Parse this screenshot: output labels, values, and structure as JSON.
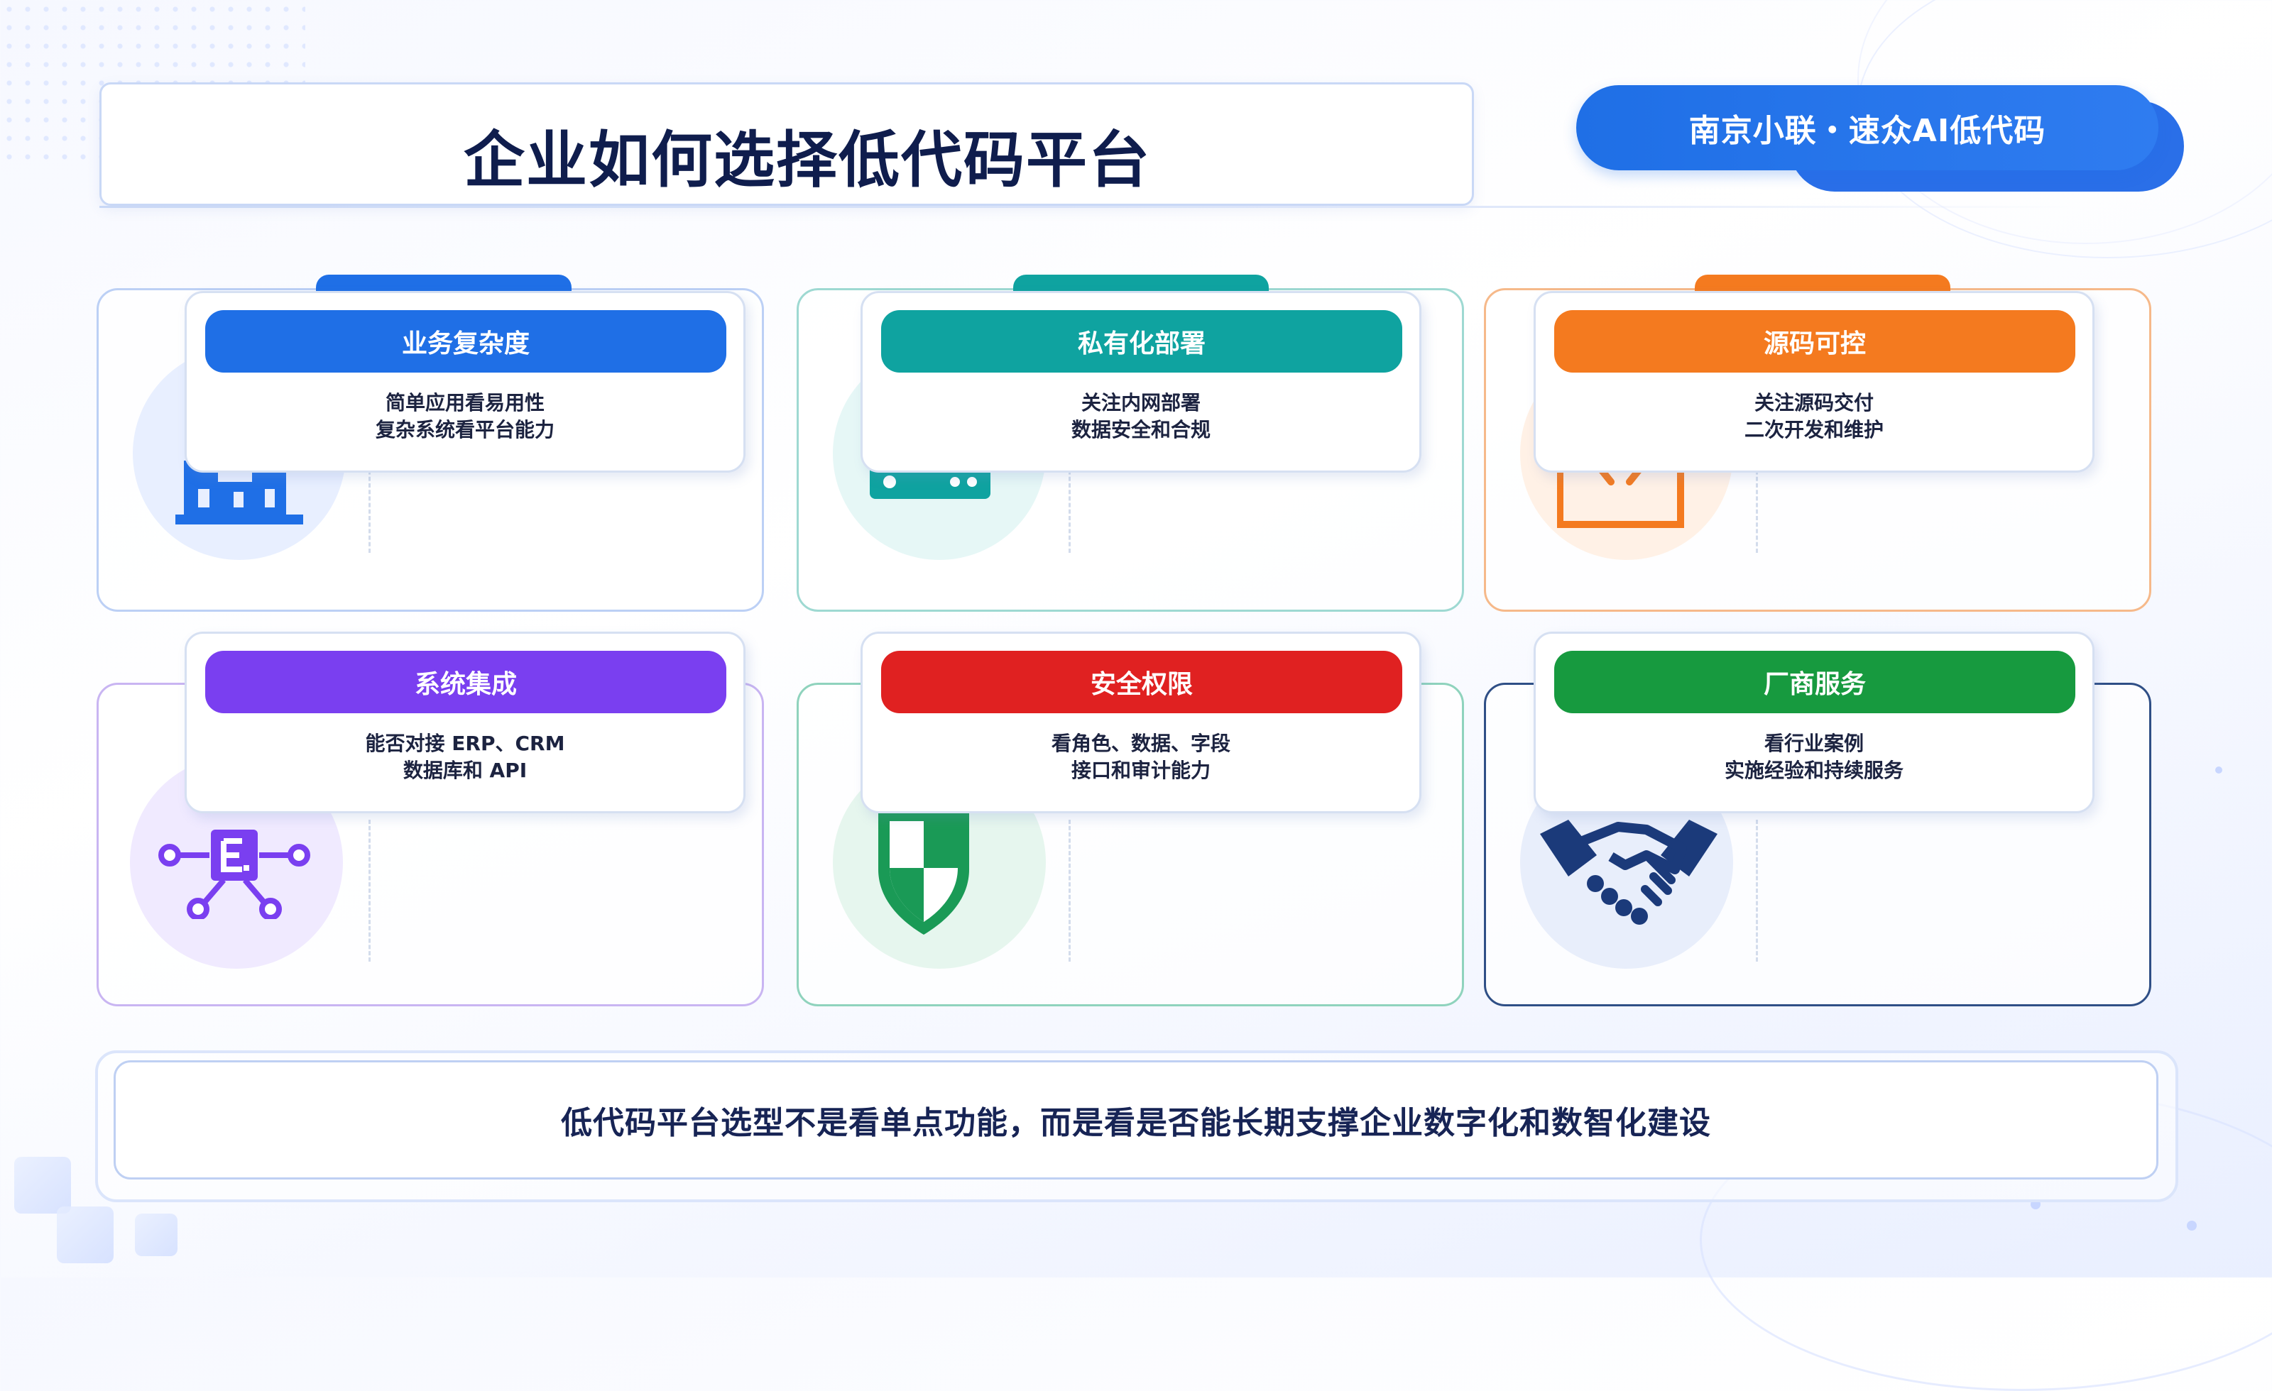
{
  "header": {
    "title": "企业如何选择低代码平台",
    "brand": "南京小联・速众AI低代码"
  },
  "cards": [
    {
      "title": "业务复杂度",
      "lines": [
        "简单应用看易用性",
        "复杂系统看平台能力"
      ],
      "icon": "building-icon",
      "color": "#1f6fe6"
    },
    {
      "title": "私有化部署",
      "lines": [
        "关注内网部署",
        "数据安全和合规"
      ],
      "icon": "server-icon",
      "color": "#0fa3a0"
    },
    {
      "title": "源码可控",
      "lines": [
        "关注源码交付",
        "二次开发和维护"
      ],
      "icon": "code-icon",
      "color": "#f47a1f"
    },
    {
      "title": "系统集成",
      "lines": [
        "能否对接 ERP、CRM",
        "数据库和 API"
      ],
      "icon": "integration-icon",
      "color": "#7a3ff0"
    },
    {
      "title": "安全权限",
      "lines": [
        "看角色、数据、字段",
        "接口和审计能力"
      ],
      "icon": "shield-icon",
      "color": "#e02121"
    },
    {
      "title": "厂商服务",
      "lines": [
        "看行业案例",
        "实施经验和持续服务"
      ],
      "icon": "handshake-icon",
      "color": "#179a3f"
    }
  ],
  "footer": {
    "text": "低代码平台选型不是看单点功能，而是看是否能长期支撑企业数字化和数智化建设"
  }
}
